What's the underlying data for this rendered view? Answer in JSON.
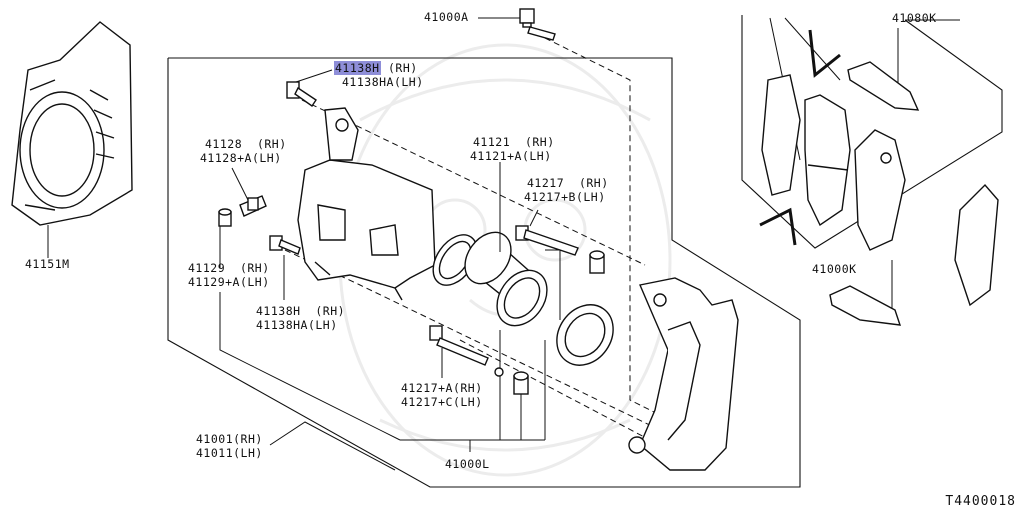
{
  "diagram": {
    "labels": {
      "bolt_top": "41000A",
      "pad_kit": "41080K",
      "guide_bolt_top_rh": "41138H (RH)",
      "guide_bolt_top_lh": "41138HA(LH)",
      "bleeder_rh": "41128  (RH)",
      "bleeder_lh": "41128+A(LH)",
      "piston_rh": "41121  (RH)",
      "piston_lh": "41121+A(LH)",
      "pin_top_rh": "41217  (RH)",
      "pin_top_lh": "41217+B(LH)",
      "baffle": "41151M",
      "cap_rh": "41129  (RH)",
      "cap_lh": "41129+A(LH)",
      "guide_bolt_mid_rh": "41138H  (RH)",
      "guide_bolt_mid_lh": "41138HA(LH)",
      "pad_set": "41000K",
      "pin_bottom_rh": "41217+A(RH)",
      "pin_bottom_lh": "41217+C(LH)",
      "caliper_rh": "41001(RH)",
      "caliper_lh": "41011(LH)",
      "seal_kit": "41000L"
    },
    "highlight": {
      "part": "41138H",
      "color": "#8e8ed8"
    },
    "reference": "T4400018"
  }
}
